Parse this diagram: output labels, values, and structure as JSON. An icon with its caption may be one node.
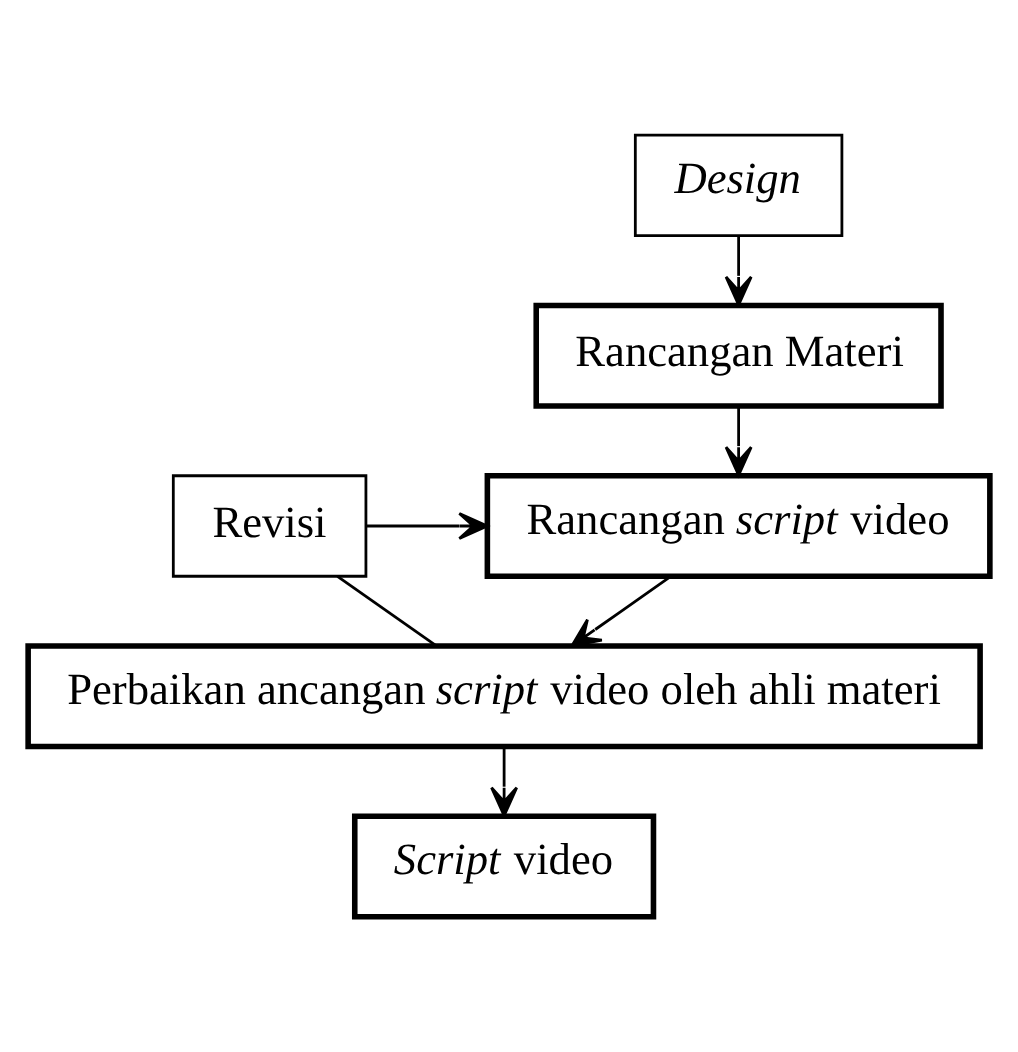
{
  "diagram": {
    "nodes": [
      {
        "text": [
          "Design"
        ]
      },
      {
        "text": [
          "Rancangan Materi"
        ]
      },
      {
        "text": [
          "Rancangan *script* video"
        ]
      },
      {
        "text": [
          "Revisi"
        ]
      },
      {
        "text": [
          "Perbaikan ancangan *script* video oleh ahli materi"
        ]
      },
      {
        "text": [
          "*Script* video"
        ]
      }
    ],
    "edges": [
      {
        "from": 0,
        "to": 1,
        "arrow": "to"
      },
      {
        "from": 1,
        "to": 2,
        "arrow": "to"
      },
      {
        "from": 2,
        "to": 4,
        "arrow": "to"
      },
      {
        "from": 4,
        "to": 5,
        "arrow": "to"
      },
      {
        "from": 4,
        "to": 3,
        "arrow": "none"
      },
      {
        "from": 3,
        "to": 2,
        "arrow": "to"
      }
    ]
  }
}
